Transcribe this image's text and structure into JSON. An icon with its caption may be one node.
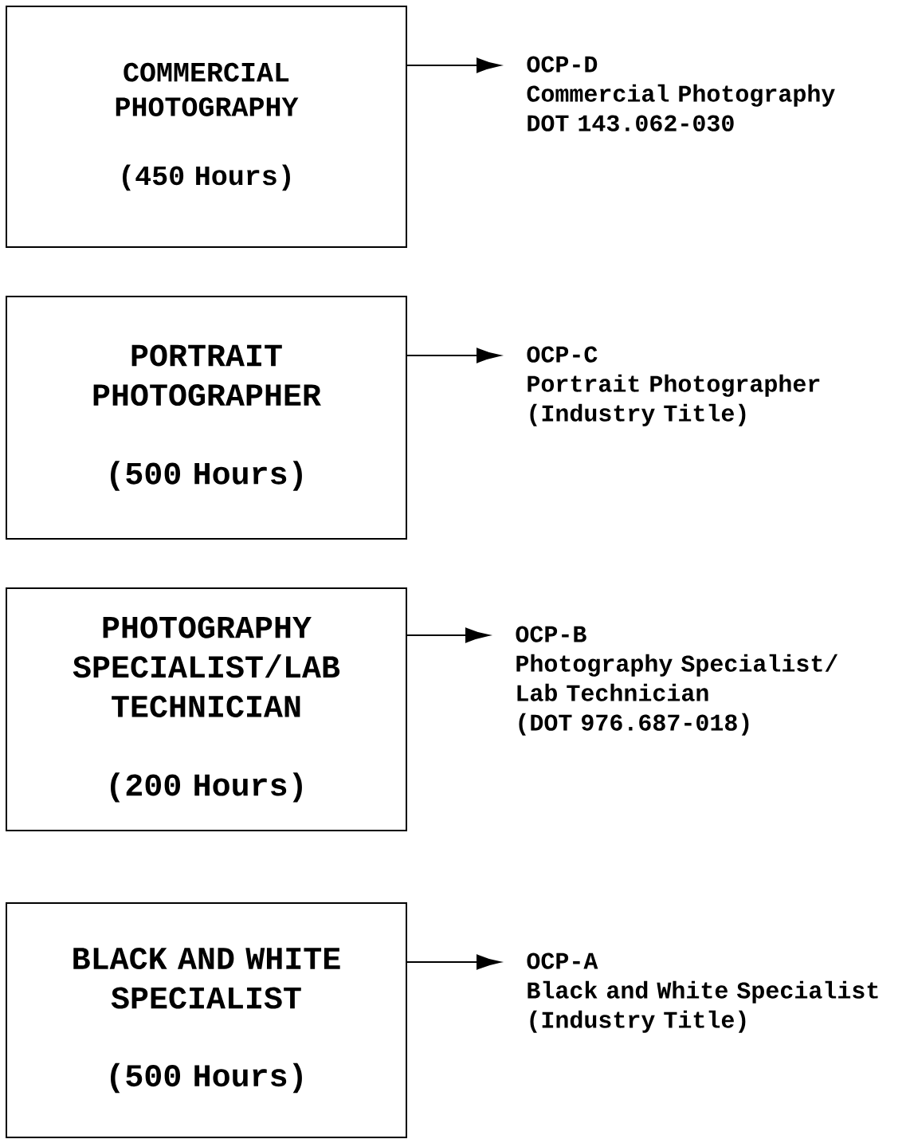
{
  "diagram": {
    "nodes": [
      {
        "text": [
          "COMMERCIAL PHOTOGRAPHY",
          "(450 Hours)"
        ]
      },
      {
        "text": [
          "OCP-D",
          "Commercial Photography",
          "DOT 143.062-030"
        ]
      },
      {
        "text": [
          "PORTRAIT PHOTOGRAPHER",
          "(500 Hours)"
        ]
      },
      {
        "text": [
          "OCP-C",
          "Portrait Photographer",
          "(Industry Title)"
        ]
      },
      {
        "text": [
          "PHOTOGRAPHY SPECIALIST/LAB TECHNICIAN",
          "(200 Hours)"
        ]
      },
      {
        "text": [
          "OCP-B",
          "Photography Specialist/ Lab Technician",
          "(DOT 976.687-018)"
        ]
      },
      {
        "text": [
          "BLACK AND WHITE SPECIALIST",
          "(500 Hours)"
        ]
      },
      {
        "text": [
          "OCP-A",
          "Black and White Specialist",
          "(Industry Title)"
        ]
      }
    ],
    "edges": [
      {
        "from": 0,
        "to": 1,
        "arrow": "to"
      },
      {
        "from": 2,
        "to": 3,
        "arrow": "to"
      },
      {
        "from": 4,
        "to": 5,
        "arrow": "to"
      },
      {
        "from": 6,
        "to": 7,
        "arrow": "to"
      }
    ]
  }
}
